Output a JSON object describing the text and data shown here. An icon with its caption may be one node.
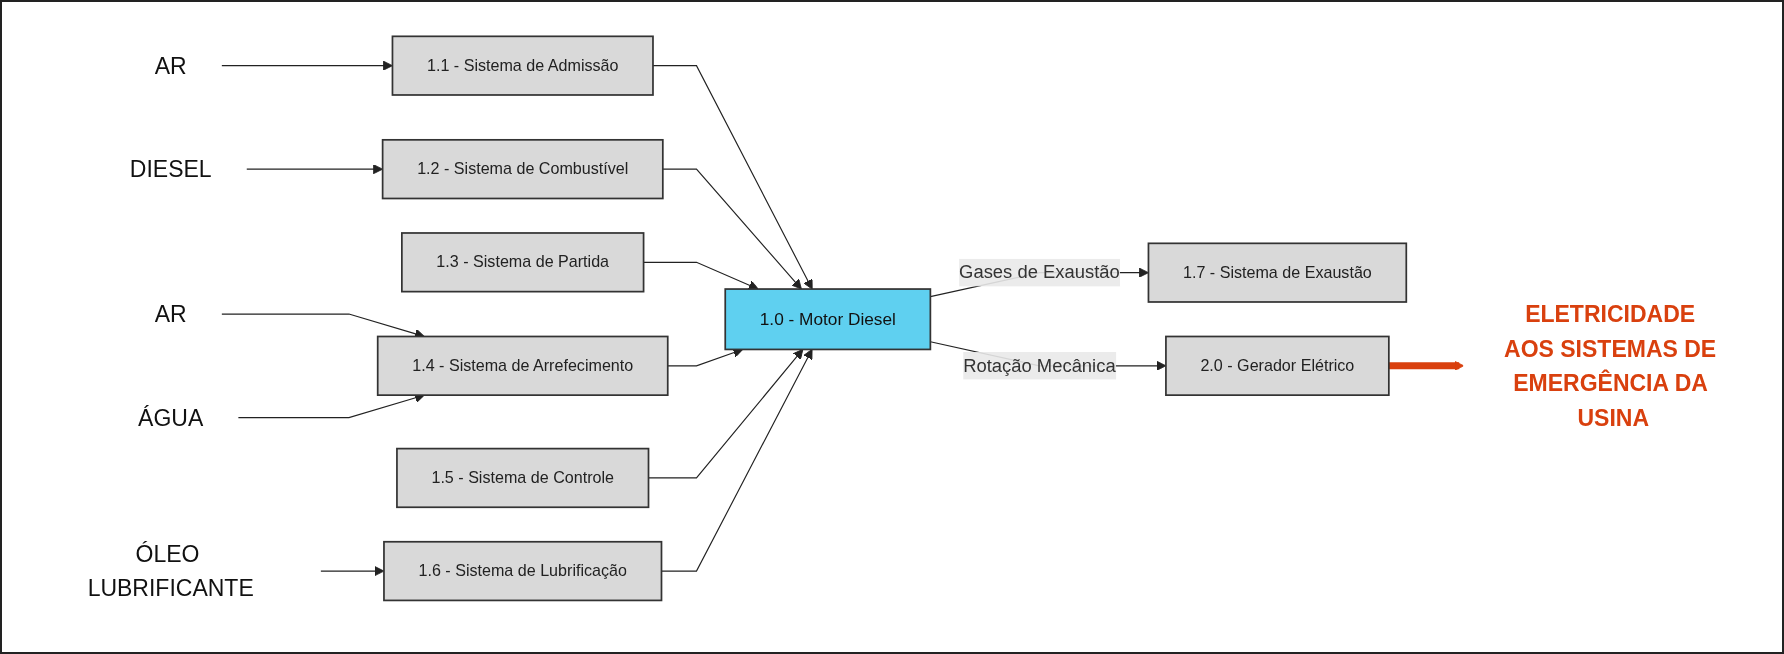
{
  "diagram": {
    "nodes": [
      {
        "text": [
          "AR"
        ]
      },
      {
        "text": [
          "1.1 - Sistema de Admissão"
        ]
      },
      {
        "text": [
          "DIESEL"
        ]
      },
      {
        "text": [
          "1.2 - Sistema de Combustível"
        ]
      },
      {
        "text": [
          "1.3 - Sistema de Partida"
        ]
      },
      {
        "text": [
          "1.0 - Motor Diesel"
        ]
      },
      {
        "text": [
          "1.7 - Sistema de Exaustão"
        ]
      },
      {
        "text": [
          "2.0 - Gerador Elétrico"
        ]
      },
      {
        "text": [
          "ELETRICIDADE AOS SISTEMAS DE EMERGÊNCIA DA USINA"
        ]
      },
      {
        "text": [
          "1.4 - Sistema de Arrefecimento"
        ]
      },
      {
        "text": [
          "1.5 - Sistema de Controle"
        ]
      },
      {
        "text": [
          "1.6 - Sistema de Lubrificação"
        ]
      },
      {
        "text": [
          "AR"
        ]
      },
      {
        "text": [
          "ÁGUA"
        ]
      },
      {
        "text": [
          "ÓLEO LUBRIFICANTE"
        ]
      }
    ],
    "edges": [
      {
        "from": 0,
        "to": 1,
        "arrow": "to"
      },
      {
        "from": 2,
        "to": 3,
        "arrow": "to"
      },
      {
        "from": 1,
        "to": 5,
        "arrow": "to"
      },
      {
        "from": 3,
        "to": 5,
        "arrow": "to"
      },
      {
        "from": 4,
        "to": 5,
        "arrow": "to"
      },
      {
        "from": 5,
        "to": 6,
        "arrow": "to",
        "label": "Gases de Exaustão"
      },
      {
        "from": 5,
        "to": 7,
        "arrow": "to",
        "label": "Rotação Mecânica"
      },
      {
        "from": 7,
        "to": 8,
        "arrow": "to",
        "style": "thick",
        "color": "#d9400e"
      },
      {
        "from": 9,
        "to": 5,
        "arrow": "to"
      },
      {
        "from": 10,
        "to": 5,
        "arrow": "to"
      },
      {
        "from": 11,
        "to": 5,
        "arrow": "to"
      },
      {
        "from": 12,
        "to": 9,
        "arrow": "to"
      },
      {
        "from": 13,
        "to": 9,
        "arrow": "to"
      },
      {
        "from": 14,
        "to": 11,
        "arrow": "to"
      }
    ]
  }
}
